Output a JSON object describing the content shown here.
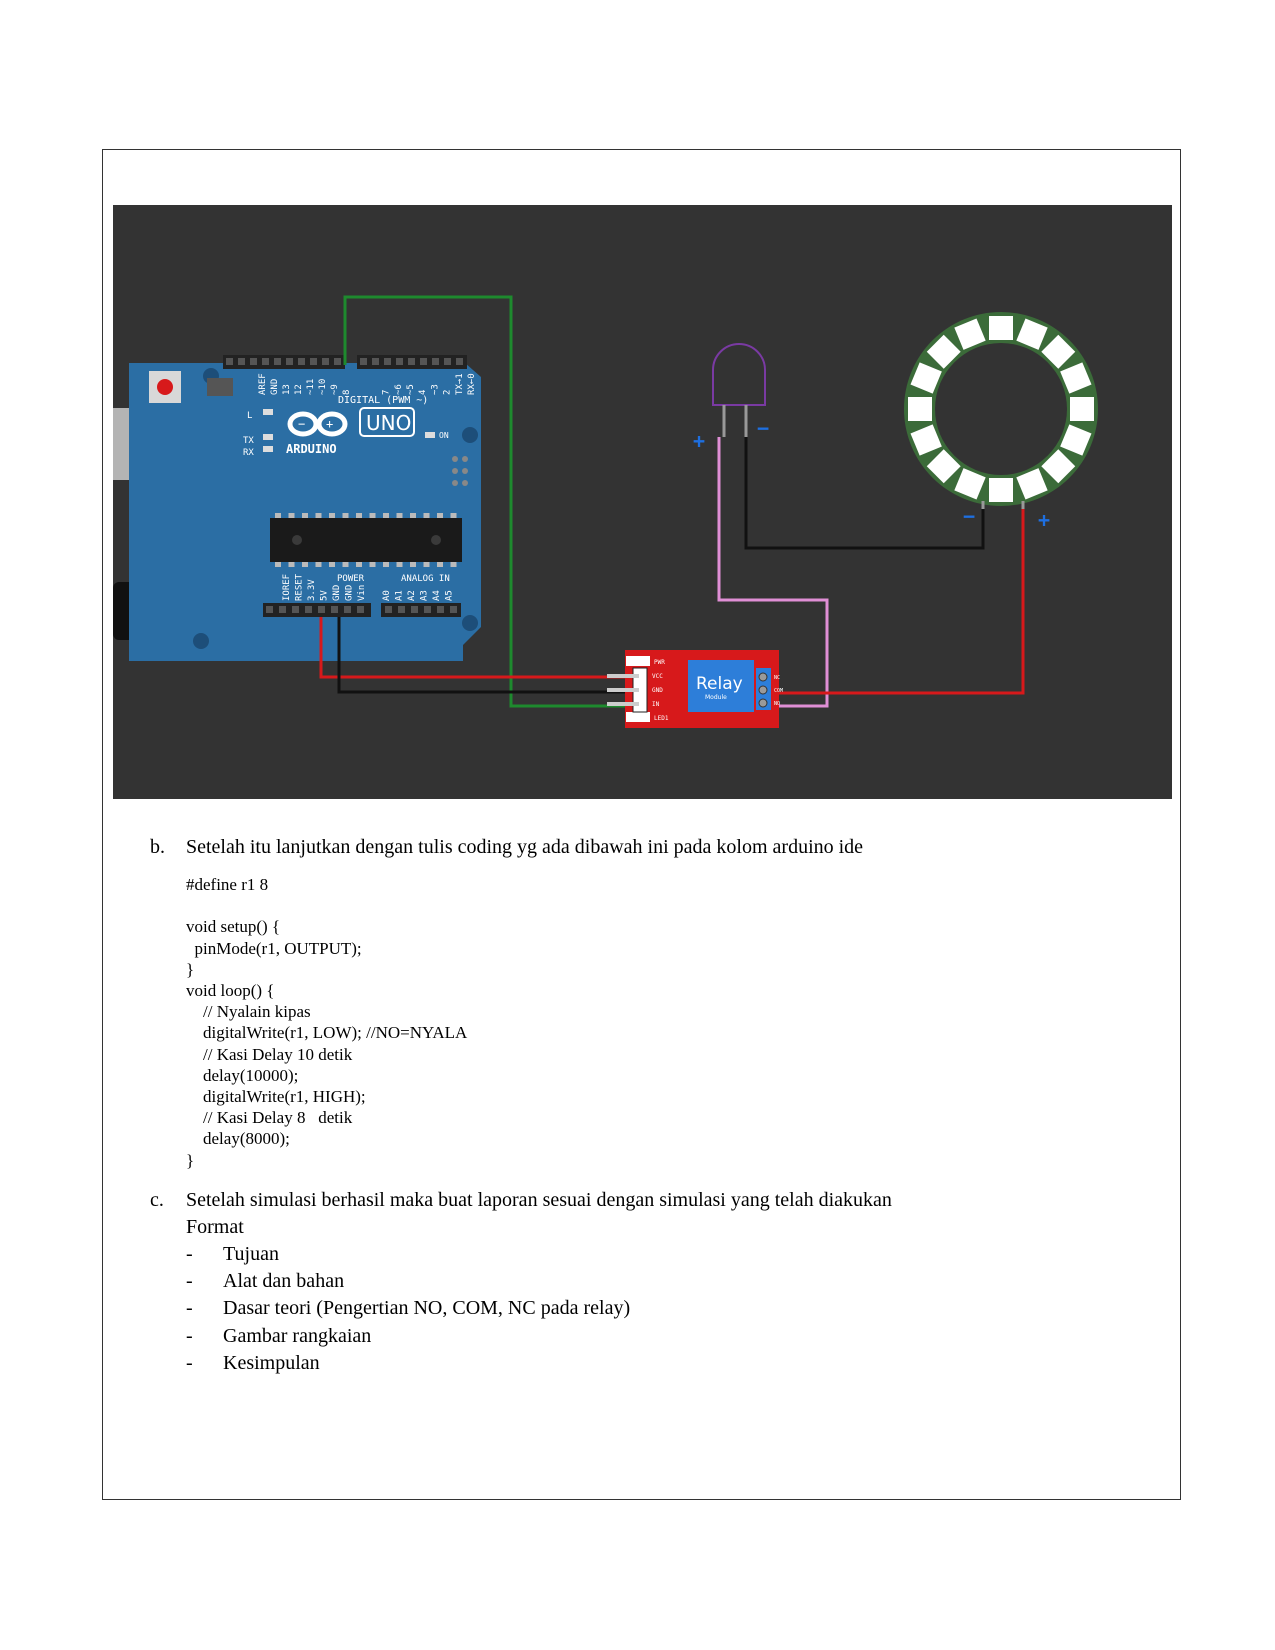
{
  "circuit": {
    "arduino": {
      "brand": "ARDUINO",
      "model": "UNO",
      "digital_label": "DIGITAL (PWM ~)",
      "power_label": "POWER",
      "analog_label": "ANALOG IN",
      "digital_pins": [
        "AREF",
        "GND",
        "13",
        "12",
        "~11",
        "~10",
        "~9",
        "8",
        "7",
        "~6",
        "~5",
        "4",
        "~3",
        "2",
        "TX→1",
        "RX←0"
      ],
      "power_pins": [
        "IOREF",
        "RESET",
        "3.3V",
        "5V",
        "GND",
        "GND",
        "Vin"
      ],
      "analog_pins": [
        "A0",
        "A1",
        "A2",
        "A3",
        "A4",
        "A5"
      ],
      "l_label": "L",
      "tx_label": "TX",
      "rx_label": "RX",
      "on_label": "ON"
    },
    "relay": {
      "title": "Relay",
      "subtitle": "Module",
      "pwr_label": "PWR",
      "led_label": "LED1",
      "pins": [
        "VCC",
        "GND",
        "IN"
      ],
      "terminals": [
        "NC",
        "COM",
        "NO"
      ]
    },
    "led_plus": "+",
    "led_minus": "−",
    "ring_minus": "−",
    "ring_plus": "+",
    "colors": {
      "background": "#333333",
      "board": "#2b6ea4",
      "relay": "#d7191b",
      "wire_red": "#d7191b",
      "wire_black": "#111111",
      "wire_green": "#1e8a2e",
      "wire_pink": "#e08fd6",
      "ring": "#3b6b39"
    }
  },
  "step_b": {
    "marker": "b.",
    "text": "Setelah itu lanjutkan dengan tulis coding yg ada dibawah ini pada kolom arduino ide"
  },
  "code_lines": [
    "#define r1 8",
    "",
    "void setup() {",
    "  pinMode(r1, OUTPUT);",
    "}",
    "void loop() {",
    "    // Nyalain kipas",
    "    digitalWrite(r1, LOW); //NO=NYALA",
    "    // Kasi Delay 10 detik",
    "    delay(10000);",
    "    digitalWrite(r1, HIGH);",
    "    // Kasi Delay 8   detik",
    "    delay(8000);",
    "}"
  ],
  "step_c": {
    "marker": "c.",
    "text": "Setelah simulasi berhasil maka buat laporan sesuai dengan simulasi yang telah diakukan",
    "format_label": "Format",
    "items": [
      "Tujuan",
      "Alat dan bahan",
      "Dasar teori (Pengertian NO, COM, NC pada relay)",
      "Gambar rangkaian",
      "Kesimpulan"
    ],
    "bullet": "-"
  }
}
